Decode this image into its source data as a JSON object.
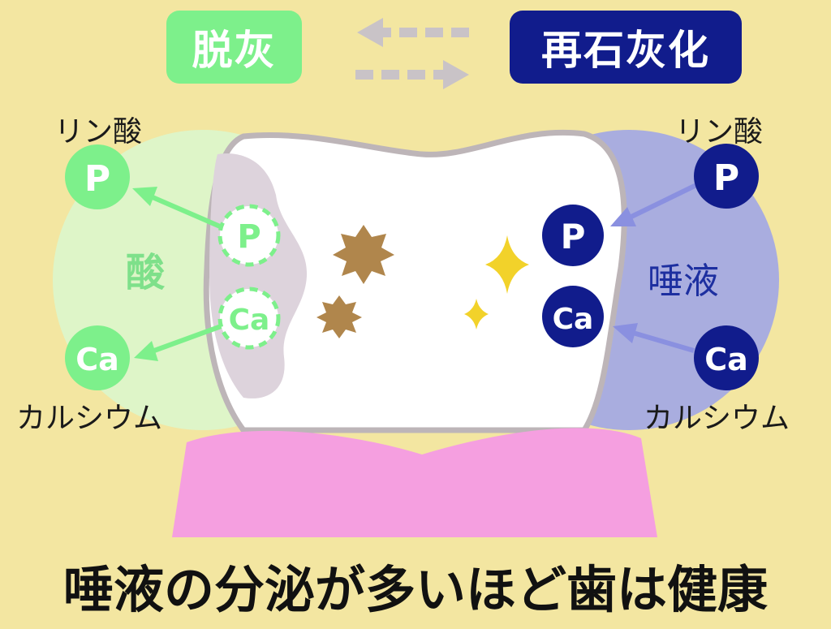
{
  "header": {
    "demineralization": "脱灰",
    "remineralization": "再石灰化"
  },
  "left": {
    "phosphoric_acid": "リン酸",
    "calcium": "カルシウム",
    "acid": "酸",
    "ion_p": "P",
    "ion_ca": "Ca"
  },
  "right": {
    "phosphoric_acid": "リン酸",
    "calcium": "カルシウム",
    "saliva": "唾液",
    "ion_p": "P",
    "ion_ca": "Ca"
  },
  "footer": {
    "title": "唾液の分泌が多いほど歯は健康"
  },
  "colors": {
    "background": "#f3e6a1",
    "acid_green": "#7df08b",
    "acid_zone": "#def5c8",
    "saliva_navy": "#111c8c",
    "saliva_zone": "#a9addf",
    "gum_pink": "#f59fe0",
    "tooth_white": "#ffffff",
    "tooth_outline": "#bdb5b8",
    "decay_zone": "#ddd3dc",
    "plaque_brown": "#b0864c",
    "sparkle_yellow": "#f2d22a",
    "arrow_gray": "#c9c3c7"
  }
}
